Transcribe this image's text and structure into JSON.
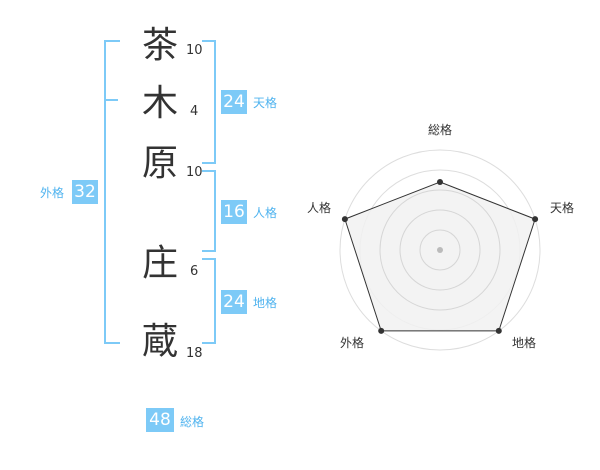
{
  "name_chars": [
    {
      "char": "茶",
      "strokes": "10"
    },
    {
      "char": "木",
      "strokes": "4"
    },
    {
      "char": "原",
      "strokes": "10"
    },
    {
      "char": "庄",
      "strokes": "6"
    },
    {
      "char": "蔵",
      "strokes": "18"
    }
  ],
  "fortune": {
    "tenkaku": {
      "value": "24",
      "label": "天格"
    },
    "jinkaku": {
      "value": "16",
      "label": "人格"
    },
    "chikaku": {
      "value": "24",
      "label": "地格"
    },
    "gaikaku": {
      "value": "32",
      "label": "外格"
    },
    "soukaku": {
      "value": "48",
      "label": "総格"
    }
  },
  "chart_data": {
    "type": "radar",
    "axes": [
      "総格",
      "天格",
      "地格",
      "外格",
      "人格"
    ],
    "values": [
      0.68,
      1.0,
      1.0,
      1.0,
      1.0
    ],
    "rings": 5,
    "colors": {
      "fill": "#f1f1f1",
      "line": "#333333",
      "grid": "#dddddd",
      "point": "#333333",
      "center": "#bbbbbb"
    }
  }
}
